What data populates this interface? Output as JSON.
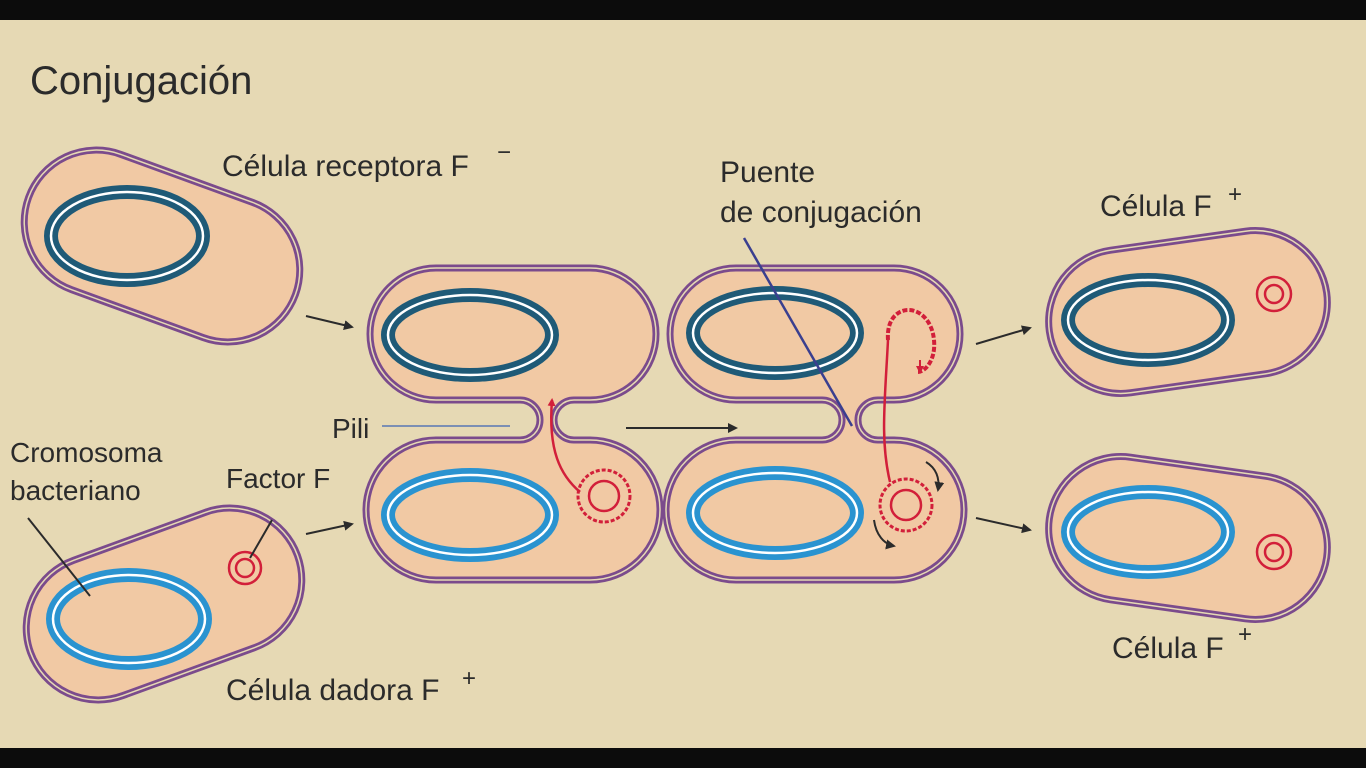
{
  "title": "Conjugación",
  "labels": {
    "receptor_cell": "Célula receptora F",
    "receptor_sign": "−",
    "donor_cell": "Célula dadora F",
    "donor_sign": "+",
    "bridge_line1": "Puente",
    "bridge_line2": "de conjugación",
    "result_top": "Célula F",
    "result_top_sign": "+",
    "result_bottom": "Célula F",
    "result_bottom_sign": "+",
    "pili": "Pili",
    "chromosome_line1": "Cromosoma",
    "chromosome_line2": "bacteriano",
    "factor": "Factor F"
  },
  "colors": {
    "background": "#e6d9b4",
    "letterbox": "#0c0c0c",
    "membrane": "#7b4b8c",
    "cytoplasm": "#f1c9a4",
    "receptor_chromosome": "#1f5a77",
    "donor_chromosome": "#2a93d0",
    "plasmid": "#d21f3a",
    "bridge_line": "#3a3f8f",
    "arrow": "#2b2b2b"
  }
}
